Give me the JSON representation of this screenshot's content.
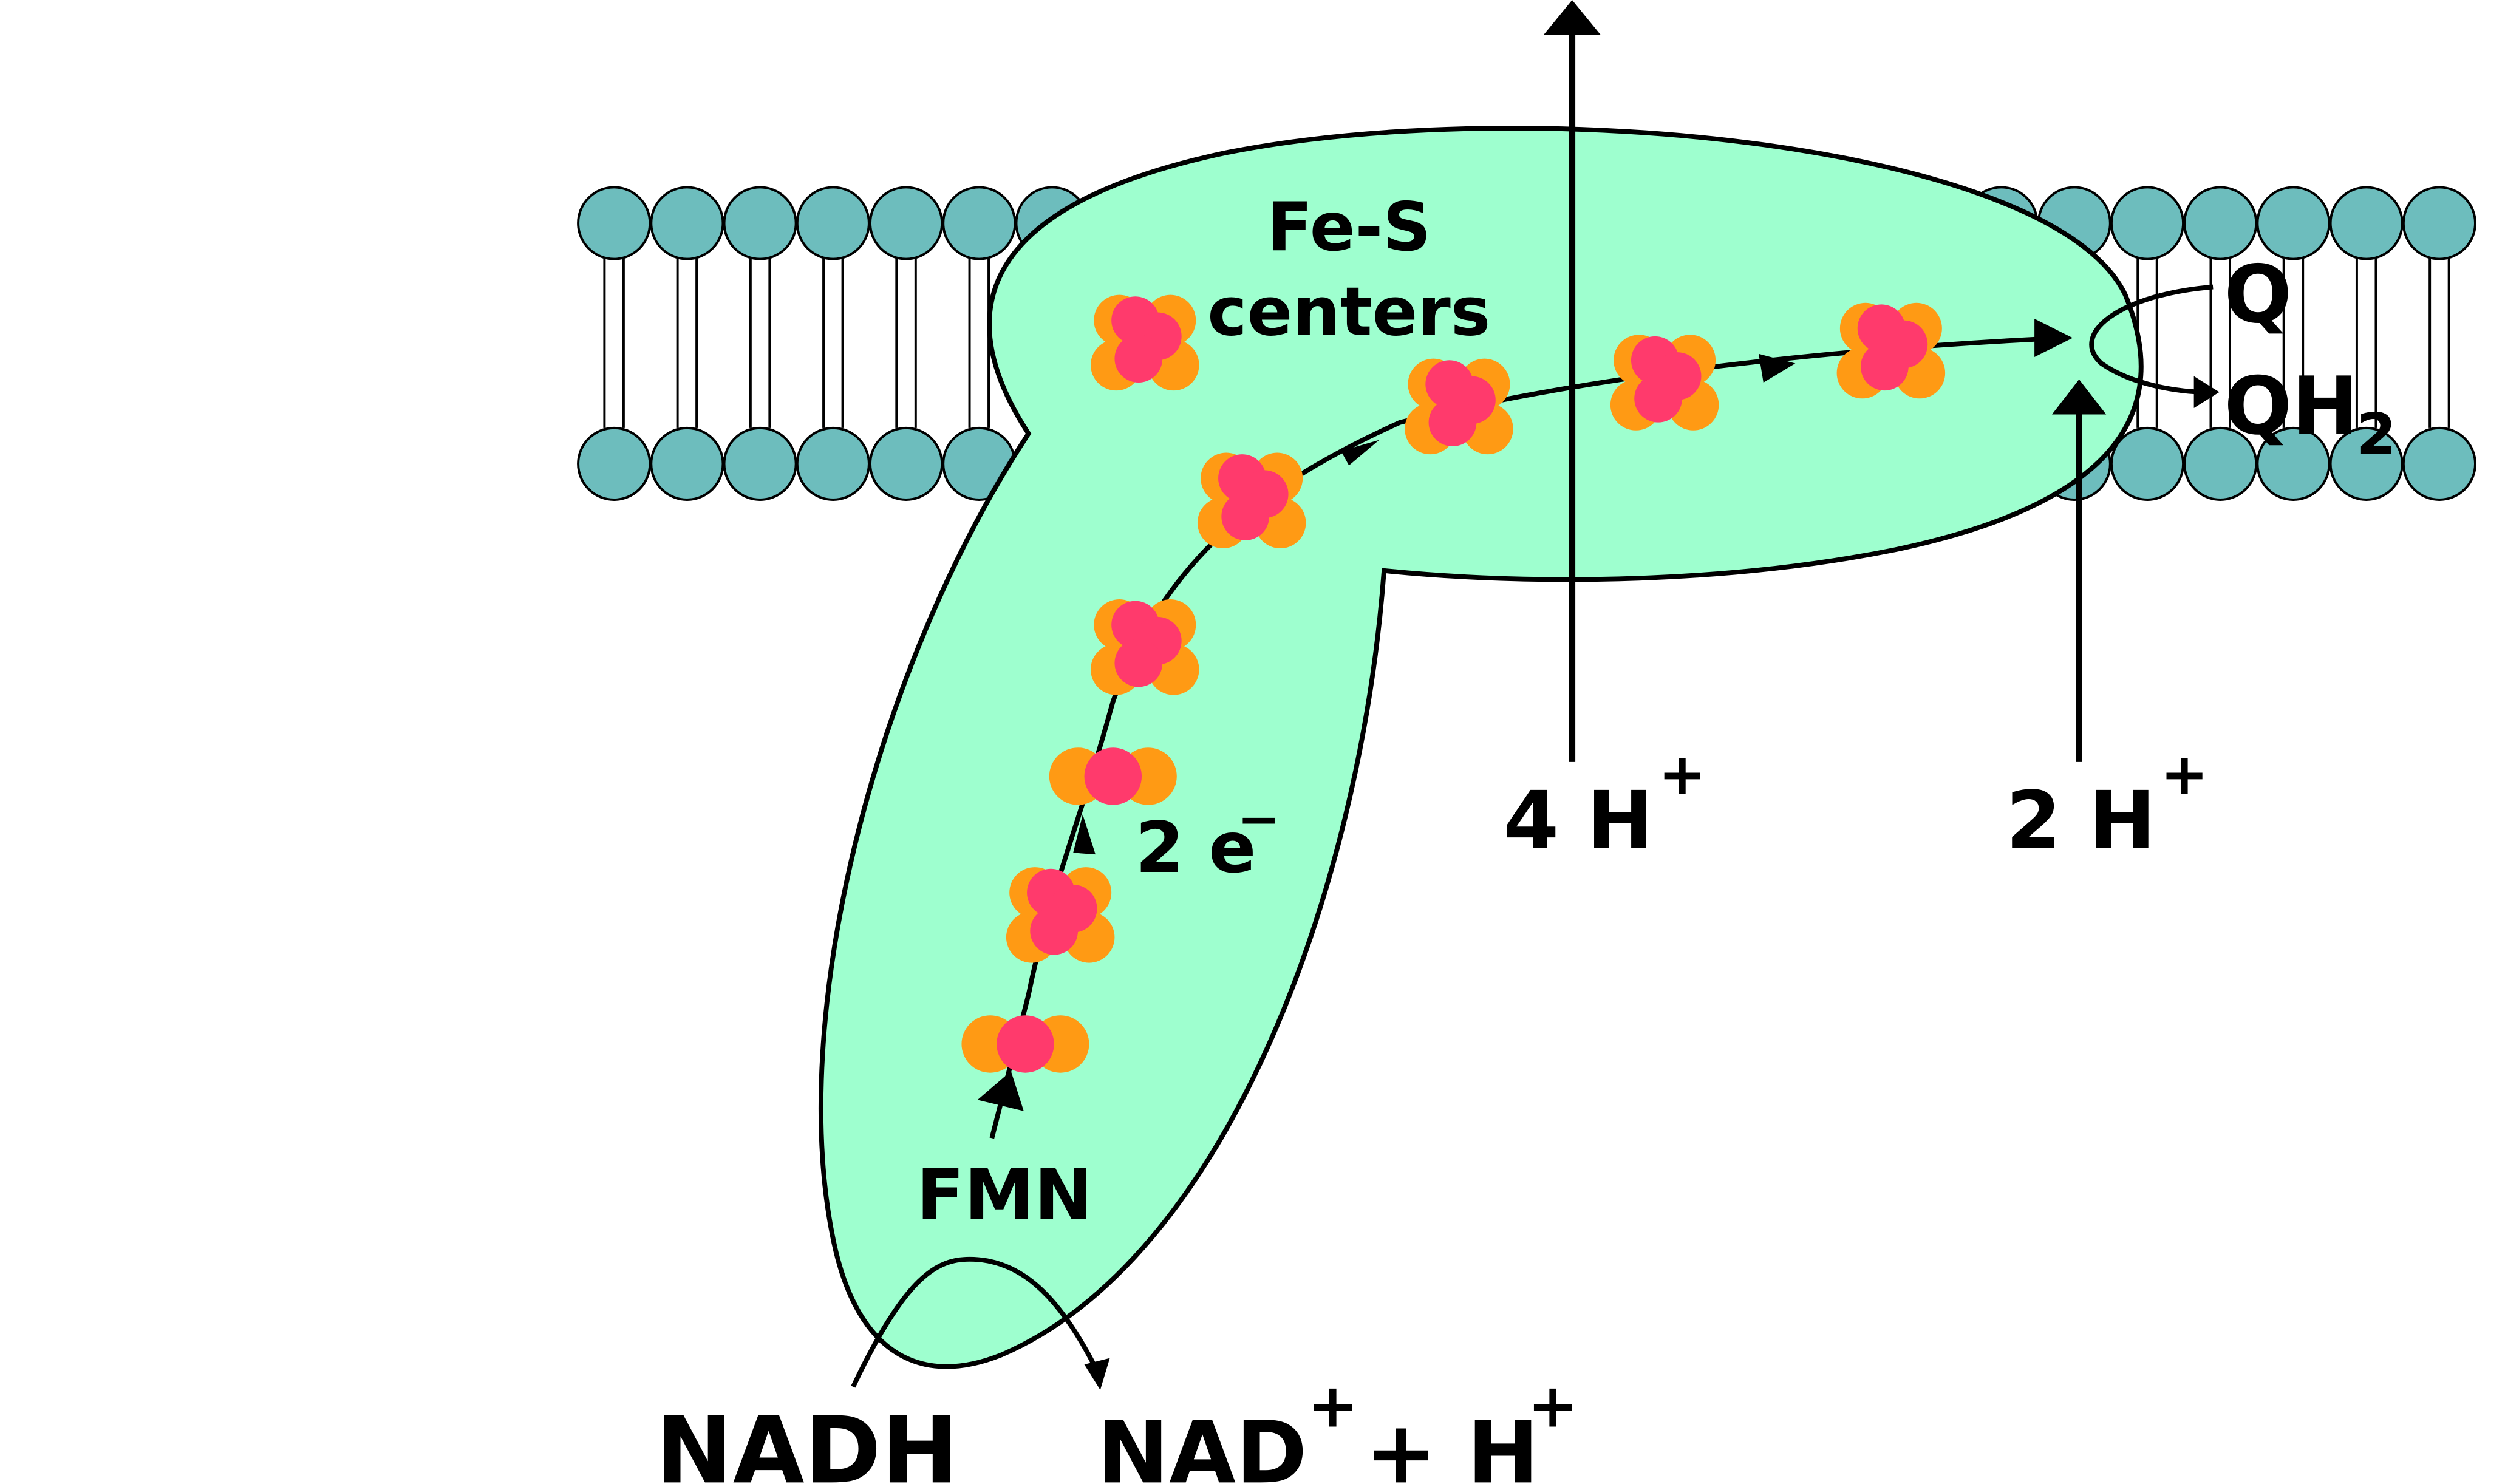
{
  "labels": {
    "fes_line1": "Fe-S",
    "fes_line2": "centers",
    "electrons": "2 e",
    "electron_sign": "−",
    "fmn": "FMN",
    "nadh": "NADH",
    "nad_product": "NAD",
    "plus_sign": "+",
    "plus_h": "+ H",
    "q": "Q",
    "qh": "QH",
    "qh_subscript": "2",
    "h4": "4 H",
    "h2": "2 H"
  },
  "colors": {
    "protein": "#9effcf",
    "lipid_head": "#6dbdbd",
    "iron": "#ff3a6c",
    "sulfur": "#ff9a14",
    "stroke": "#000000"
  }
}
